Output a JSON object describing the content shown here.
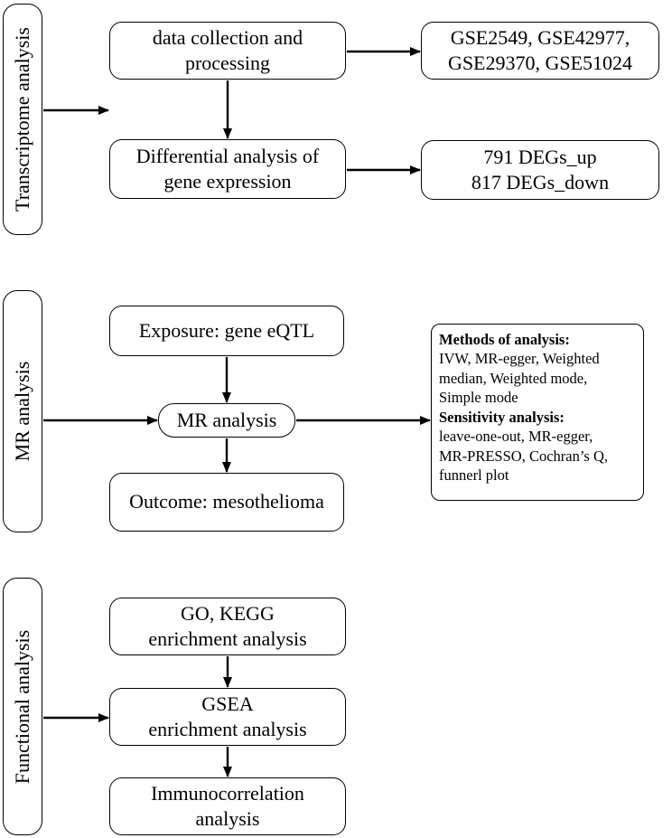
{
  "sections": {
    "transcriptome": {
      "label": "Transcriptome analysis",
      "collection": [
        "data collection and",
        "processing"
      ],
      "datasets": [
        "GSE2549, GSE42977,",
        "GSE29370, GSE51024"
      ],
      "differential": [
        "Differential analysis of",
        "gene expression"
      ],
      "degs": [
        "791 DEGs_up",
        "817 DEGs_down"
      ]
    },
    "mr": {
      "label": "MR analysis",
      "exposure": "Exposure: gene eQTL",
      "mr_analysis": "MR analysis",
      "outcome": "Outcome: mesothelioma",
      "methods_title": "Methods of analysis:",
      "methods_lines": [
        "IVW, MR-egger, Weighted",
        "median, Weighted mode,",
        "Simple mode"
      ],
      "sensitivity_title": "Sensitivity analysis:",
      "sensitivity_lines": [
        "leave-one-out, MR-egger,",
        "MR-PRESSO, Cochran’s Q,",
        "funnerl plot"
      ]
    },
    "functional": {
      "label": "Functional analysis",
      "go_kegg": [
        "GO, KEGG",
        "enrichment analysis"
      ],
      "gsea": [
        "GSEA",
        "enrichment analysis"
      ],
      "immuno": [
        "Immunocorrelation",
        "analysis"
      ]
    }
  }
}
